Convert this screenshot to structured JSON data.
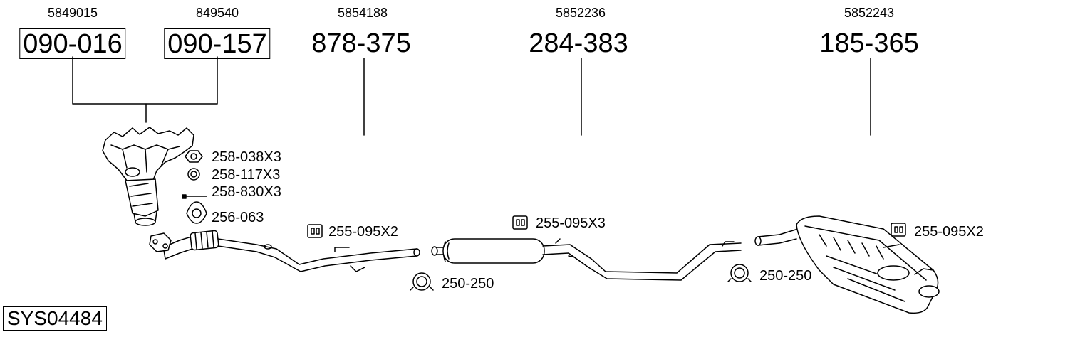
{
  "diagram_id": "SYS04484",
  "parts": [
    {
      "oe": "5849015",
      "part": "090-016"
    },
    {
      "oe": "849540",
      "part": "090-157"
    },
    {
      "oe": "5854188",
      "part": "878-375"
    },
    {
      "oe": "5852236",
      "part": "284-383"
    },
    {
      "oe": "5852243",
      "part": "185-365"
    }
  ],
  "fittings": [
    {
      "label": "258-038X3",
      "icon": "hex-nut-icon"
    },
    {
      "label": "258-117X3",
      "icon": "gasket-ring-icon"
    },
    {
      "label": "258-830X3",
      "icon": "stud-bolt-icon"
    },
    {
      "label": "256-063",
      "icon": "flange-gasket-icon"
    },
    {
      "label": "255-095X2",
      "icon": "rubber-hanger-icon"
    },
    {
      "label": "255-095X3",
      "icon": "rubber-hanger-icon"
    },
    {
      "label": "255-095X2",
      "icon": "rubber-hanger-icon"
    },
    {
      "label": "250-250",
      "icon": "pipe-clamp-icon"
    },
    {
      "label": "250-250",
      "icon": "pipe-clamp-icon"
    }
  ]
}
